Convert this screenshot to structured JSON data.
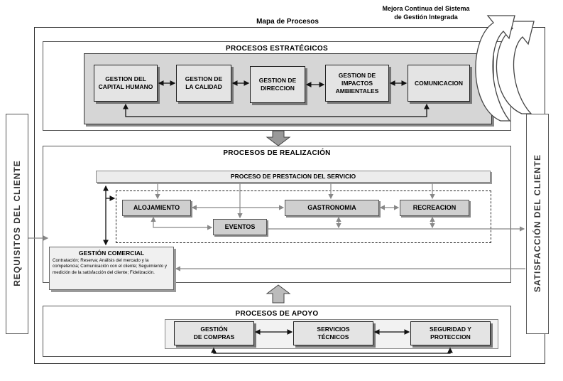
{
  "title": "Mapa de Procesos",
  "mejora": "Mejora Continua del Sistema\nde Gestión Integrada",
  "left_label": "REQUISITOS DEL CLIENTE",
  "right_label": "SATISFACCIÓN DEL CLIENTE",
  "estrategicos": {
    "title": "PROCESOS ESTRATÉGICOS",
    "boxes": [
      "GESTION DEL\nCAPITAL HUMANO",
      "GESTION DE\nLA CALIDAD",
      "GESTION DE\nDIRECCION",
      "GESTION DE\nIMPACTOS\nAMBIENTALES",
      "COMUNICACION"
    ]
  },
  "realizacion": {
    "title": "PROCESOS DE REALIZACIÓN",
    "prestacion": "PROCESO DE PRESTACION DEL SERVICIO",
    "alojamiento": "ALOJAMIENTO",
    "gastronomia": "GASTRONOMIA",
    "recreacion": "RECREACION",
    "eventos": "EVENTOS",
    "comercial_title": "GESTIÓN COMERCIAL",
    "comercial_text": "Contratación; Reserva; Análisis del mercado y la competencia; Comunicación con el cliente; Seguimiento y medición de la satisfacción del cliente; Fidelización."
  },
  "apoyo": {
    "title": "PROCESOS DE APOYO",
    "boxes": [
      "GESTIÓN\nDE COMPRAS",
      "SERVICIOS\nTÉCNICOS",
      "SEGURIDAD Y\nPROTECCION"
    ]
  },
  "colors": {
    "box_fill": "#e4e4e4",
    "panel_fill": "#d6d6d6",
    "line": "#222222",
    "arrow_grey": "#999999"
  }
}
